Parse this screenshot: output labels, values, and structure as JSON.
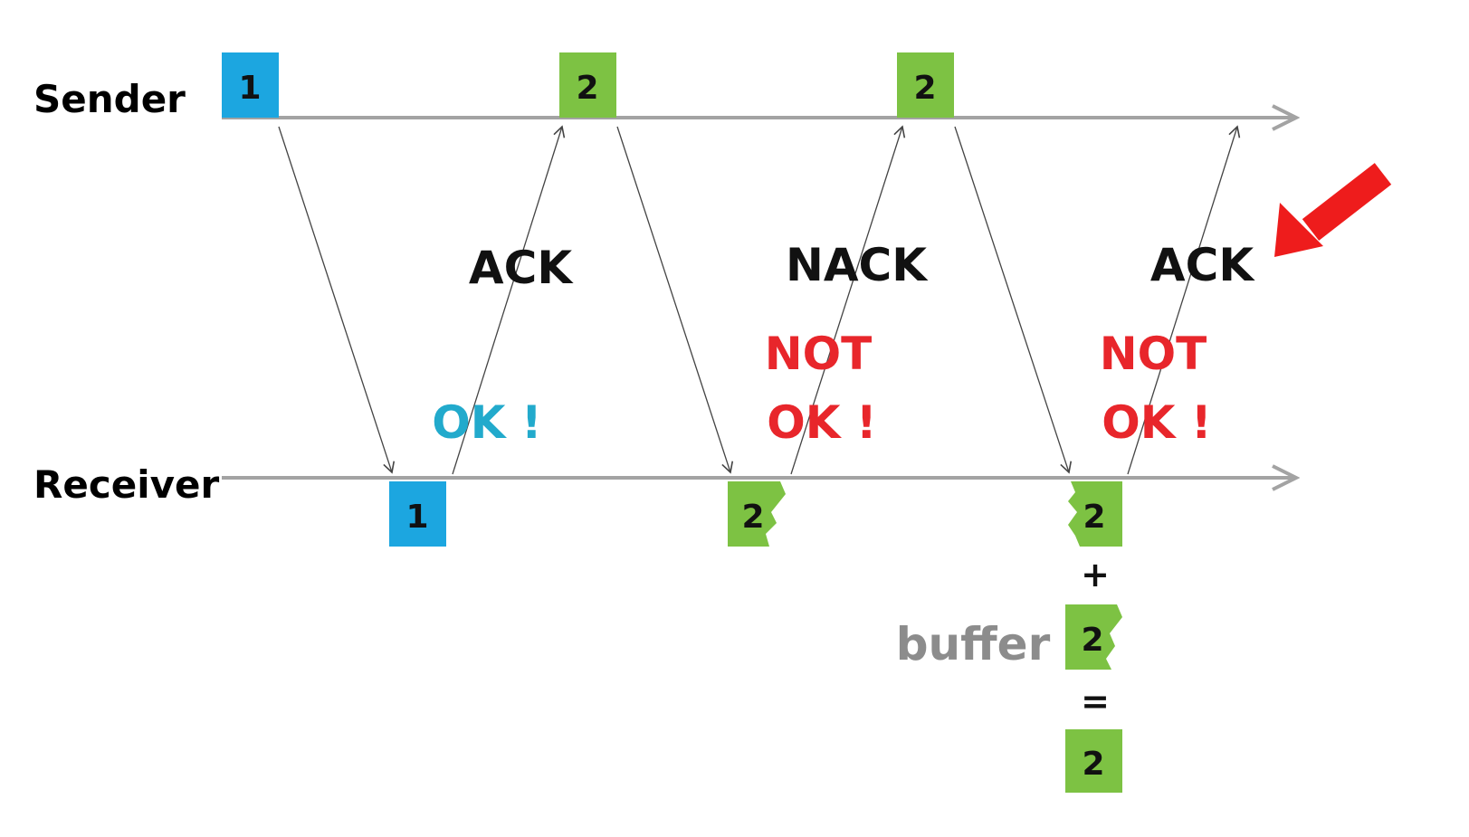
{
  "lanes": {
    "sender_label": "Sender",
    "receiver_label": "Receiver"
  },
  "sender_packets": [
    "1",
    "2",
    "2"
  ],
  "receiver_packets": [
    "1",
    "2",
    "2"
  ],
  "messages": {
    "ack_1": "ACK",
    "nack": "NACK",
    "ack_2": "ACK"
  },
  "status": {
    "ok_1": "OK !",
    "not_1": "NOT",
    "not_ok_1": "OK !",
    "not_2": "NOT",
    "not_ok_2": "OK !"
  },
  "combine": {
    "plus": "+",
    "buffer_label": "buffer",
    "buffer_packet": "2",
    "equals": "=",
    "result_packet": "2"
  },
  "colors": {
    "packet_blue": "#1ca6e0",
    "packet_green": "#7dc243",
    "timeline_gray": "#a3a3a3",
    "ok_cyan": "#22aacc",
    "not_ok_red": "#e8262b",
    "buffer_gray": "#8c8c8c",
    "highlight_arrow": "#ee1c1c"
  }
}
